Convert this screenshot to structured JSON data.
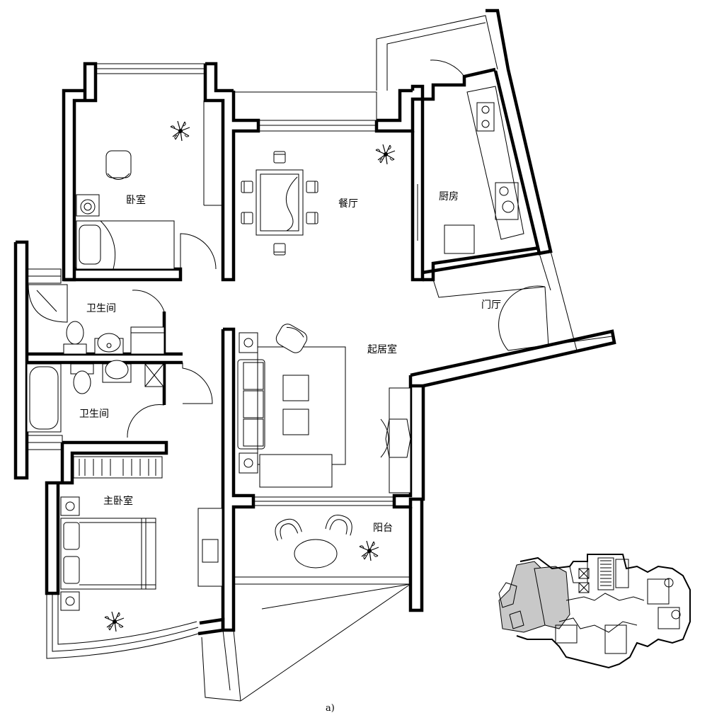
{
  "rooms": {
    "bedroom": "卧室",
    "dining": "餐厅",
    "kitchen": "厨房",
    "foyer": "门厅",
    "bath_upper": "卫生间",
    "bath_lower": "卫生间",
    "living": "起居室",
    "master_bedroom": "主卧室",
    "balcony": "阳台"
  },
  "caption": "a)",
  "colors": {
    "line": "#000000",
    "key_plan_highlight": "#c8c8c8"
  }
}
